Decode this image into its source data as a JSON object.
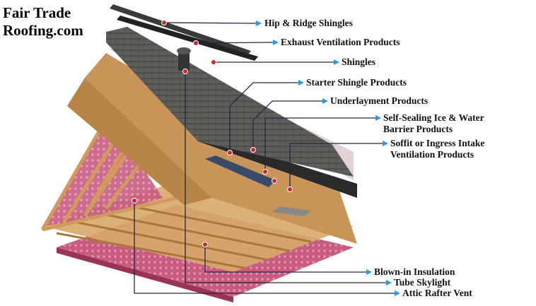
{
  "logo": {
    "line1": "Fair Trade",
    "line2": "Roofing.com"
  },
  "labels": {
    "hip_ridge": "Hip & Ridge Shingles",
    "exhaust": "Exhaust Ventilation Products",
    "shingles": "Shingles",
    "starter": "Starter Shingle Products",
    "underlayment": "Underlayment Products",
    "ice_water_1": "Self-Sealing Ice & Water",
    "ice_water_2": "Barrier Products",
    "soffit_1": "Soffit or Ingress Intake",
    "soffit_2": "Ventilation Products",
    "blown_in": "Blown-in Insulation",
    "tube": "Tube Skylight",
    "attic": "Attic Rafter Vent"
  },
  "colors": {
    "leader": "#1f2a44",
    "arrow": "#2a9ad8",
    "dot": "#c8283a",
    "shingle": "#5d5d5a",
    "wood": "#c99458",
    "insulation": "#c24a72"
  }
}
